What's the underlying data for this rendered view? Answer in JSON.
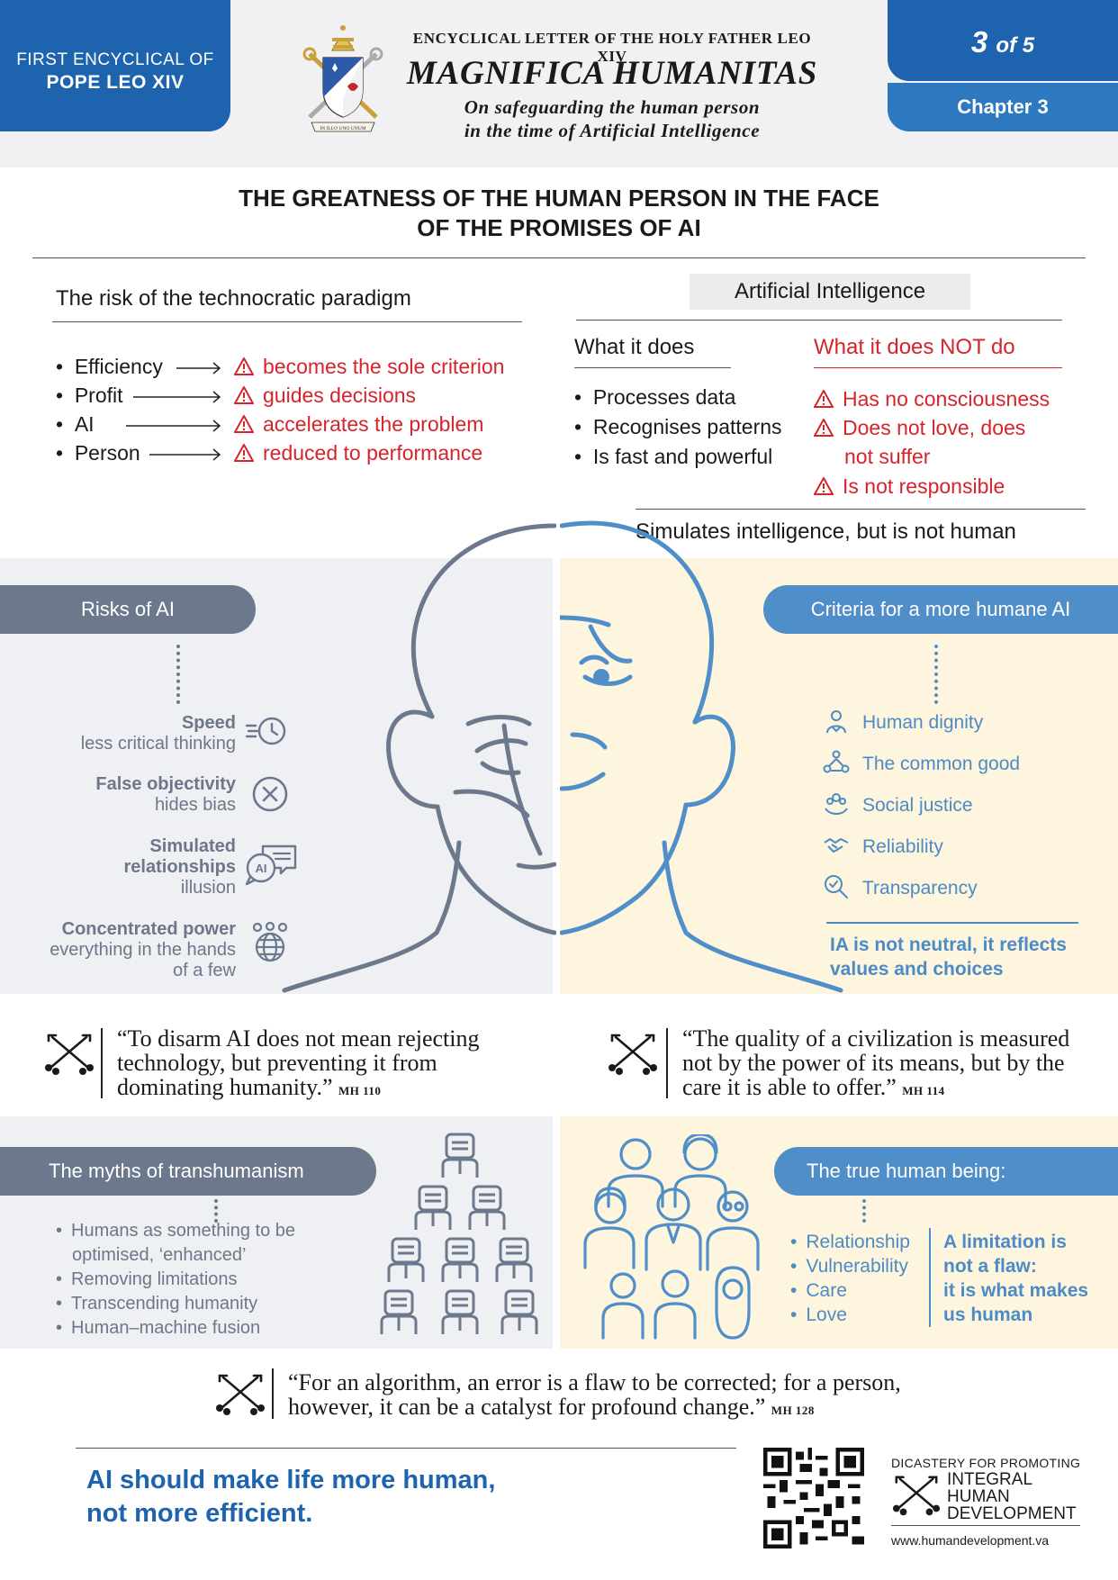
{
  "header": {
    "badge_line1": "FIRST ENCYCLICAL OF",
    "badge_line2": "POPE LEO XIV",
    "enc_line": "ENCYCLICAL LETTER OF THE HOLY FATHER LEO XIV",
    "enc_title": "MAGNIFICA HUMANITAS",
    "enc_sub1": "On safeguarding the human person",
    "enc_sub2": "in the time of Artificial Intelligence",
    "page_num": "3",
    "page_of": "of 5",
    "chapter": "Chapter 3",
    "motto": "IN ILLO UNO UNUM"
  },
  "title_line1": "THE GREATNESS OF THE HUMAN PERSON IN THE FACE",
  "title_line2": "OF THE PROMISES OF AI",
  "technocratic": {
    "title": "The risk of the technocratic paradigm",
    "items": [
      {
        "term": "Efficiency",
        "result": "becomes the sole criterion"
      },
      {
        "term": "Profit",
        "result": "guides decisions"
      },
      {
        "term": "AI",
        "result": "accelerates the problem"
      },
      {
        "term": "Person",
        "result": "reduced to performance"
      }
    ]
  },
  "ai": {
    "box": "Artificial Intelligence",
    "does_title": "What it does",
    "does": [
      "Processes data",
      "Recognises patterns",
      "Is fast and powerful"
    ],
    "not_title": "What it does NOT do",
    "not_line1": "Has no consciousness",
    "not_line2a": "Does not love, does",
    "not_line2b": "not suffer",
    "not_line3": "Is not responsible",
    "simulates": "Simulates intelligence, but is not human"
  },
  "risks": {
    "title": "Risks of AI",
    "speed_b": "Speed",
    "speed_t": "less critical thinking",
    "fo_b": "False objectivity",
    "fo_t": "hides bias",
    "sr_b1": "Simulated",
    "sr_b2": "relationships",
    "sr_t": "illusion",
    "sr_icon_text": "AI",
    "cp_b": "Concentrated power",
    "cp_t1": "everything in the hands",
    "cp_t2": "of a few"
  },
  "criteria": {
    "title": "Criteria for a more humane AI",
    "items": [
      "Human dignity",
      "The common good",
      "Social justice",
      "Reliability",
      "Transparency"
    ],
    "neutral_1": "IA  is not neutral, it reflects",
    "neutral_2": "values and choices"
  },
  "quotes": {
    "q1_l1": "“To disarm AI does not mean rejecting",
    "q1_l2": "technology, but preventing it from",
    "q1_l3": "dominating humanity.”",
    "q1_ref": "MH 110",
    "q2_l1": "“The quality of a civilization is measured",
    "q2_l2": "not by the power of its means, but by the",
    "q2_l3": "care it is able to offer.”",
    "q2_ref": "MH 114",
    "q3_l1": "“For an algorithm, an error is a flaw to be corrected; for a person,",
    "q3_l2": "however, it can be a catalyst for profound change.”",
    "q3_ref": "MH 128"
  },
  "myths": {
    "title": "The myths of transhumanism",
    "items_1a": "Humans as something to be",
    "items_1b": "optimised, ‘enhanced’",
    "items_2": "Removing limitations",
    "items_3": "Transcending humanity",
    "items_4": "Human–machine fusion"
  },
  "true_human": {
    "title": "The true human being:",
    "items": [
      "Relationship",
      "Vulnerability",
      "Care",
      "Love"
    ],
    "limit_1": "A limitation is",
    "limit_2": "not a flaw:",
    "limit_3": "it is what makes",
    "limit_4": "us human"
  },
  "footer": {
    "slogan_1": "AI should make life more human,",
    "slogan_2": "not more efficient.",
    "dicastery_1": "DICASTERY FOR PROMOTING",
    "dicastery_2": "INTEGRAL",
    "dicastery_3": "HUMAN",
    "dicastery_4": "DEVELOPMENT",
    "website": "www.humandevelopment.va"
  },
  "colors": {
    "brand_blue": "#1e63ad",
    "warning_red": "#d5242b",
    "slate": "#6c788c",
    "light_blue": "#4f8ec8",
    "cream": "#fdf5dd",
    "grey_panel": "#eef0f3"
  }
}
